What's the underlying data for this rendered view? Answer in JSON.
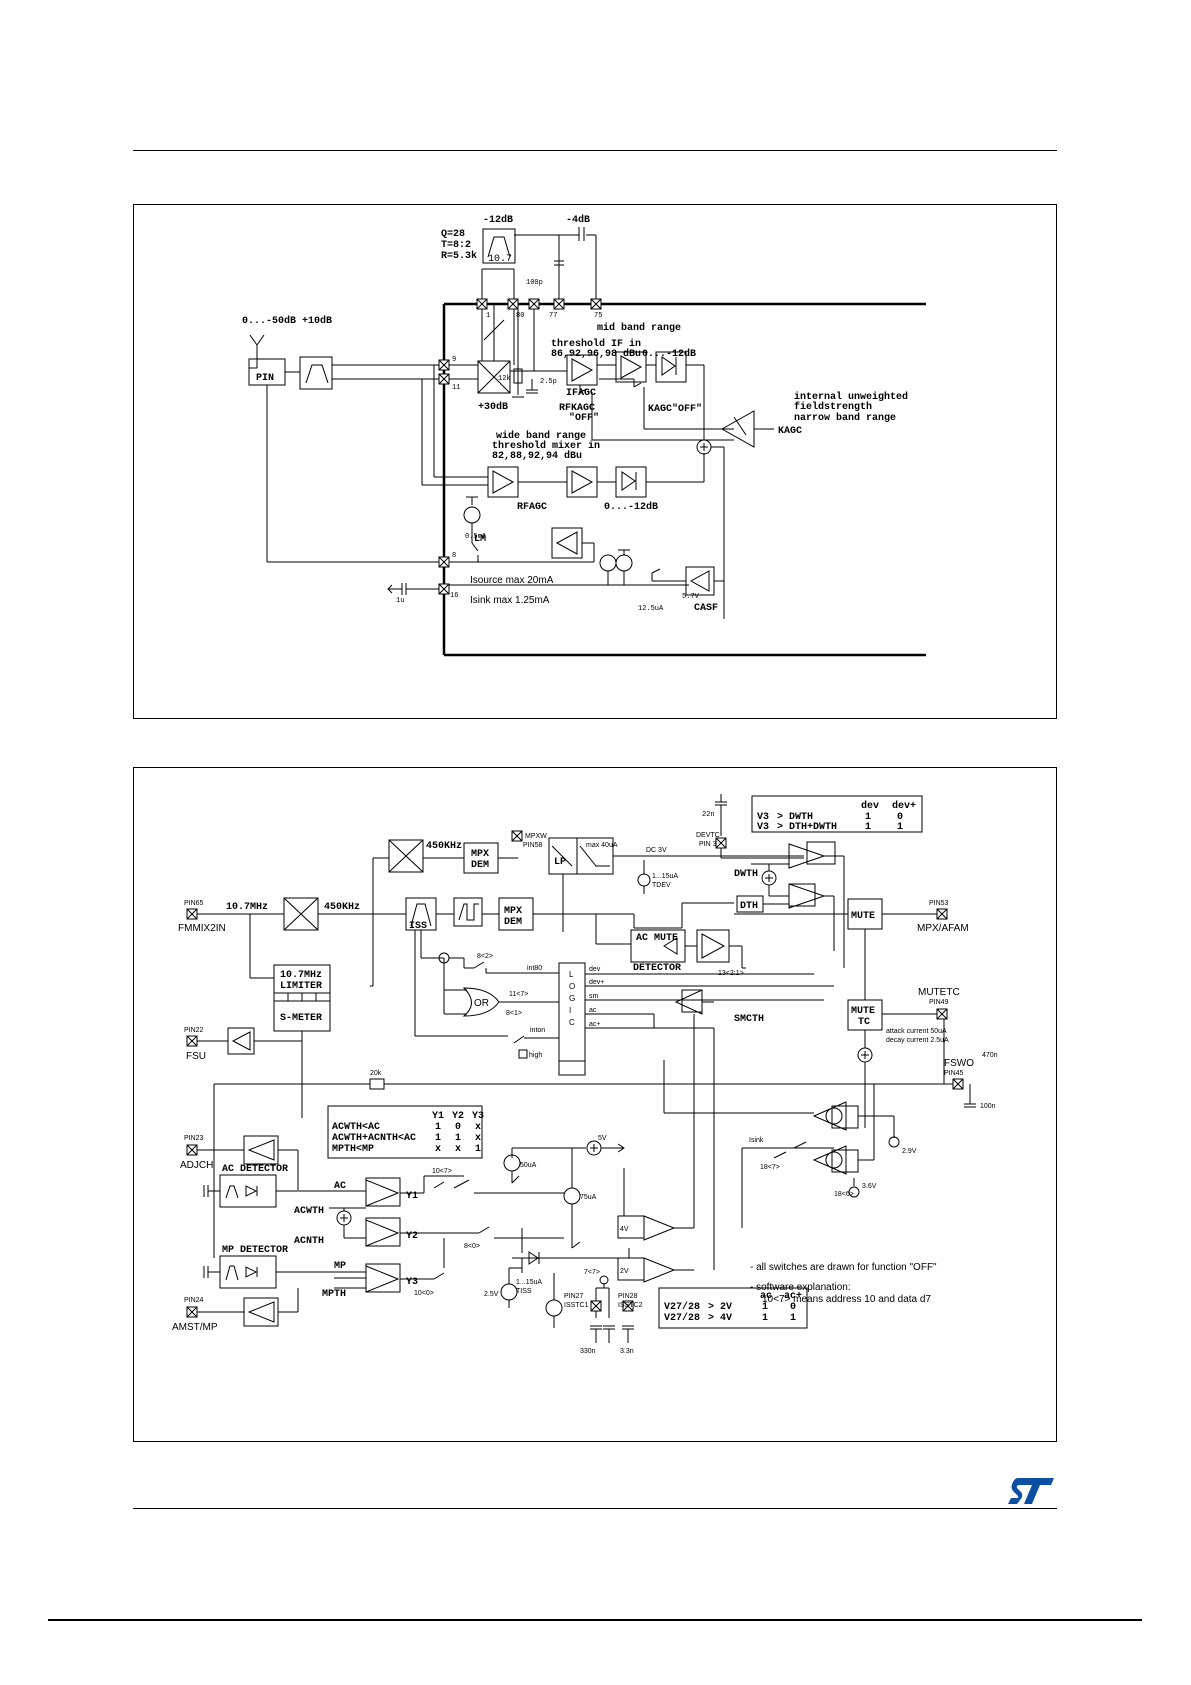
{
  "diagram1": {
    "gain_top": "-12dB",
    "filter_params": [
      "Q=28",
      "T=8:2",
      "R=5.3k"
    ],
    "filter_freq": "10.7",
    "gain_4db": "-4dB",
    "cap_100p": "100p",
    "pins": [
      "1",
      "80",
      "77",
      "75",
      "9",
      "11",
      "8",
      "16"
    ],
    "rf_range": "0...-50dB  +10dB",
    "pin_label": "PIN",
    "gain_30db": "+30dB",
    "mid_band": "mid band range",
    "threshold_if_1": "threshold IF in",
    "threshold_if_2": "86,92,96,98 dBu",
    "range_12db_top": "0...-12dB",
    "res_12k": "12k",
    "cap_25p": "2.5p",
    "ifagc": "IFAGC",
    "rfkagc_1": "RFKAGC",
    "rfkagc_2": "\"OFF\"",
    "kagc_off": "KAGC\"OFF\"",
    "internal_1": "internal unweighted",
    "internal_2": "fieldstrength",
    "internal_3": "narrow band range",
    "kagc": "KAGC",
    "wide_band_1": "wide band range",
    "wide_band_2": "threshold mixer in",
    "wide_band_3": "82,88,92,94 dBu",
    "rfagc": "RFAGC",
    "range_12db_bottom": "0...-12dB",
    "src_05ma": "0.5mA",
    "lm": "LM",
    "isource": "Isource max 20mA",
    "src_125ua": "12.5uA",
    "v_57": "5.7V",
    "isink": "Isink max 1.25mA",
    "casf": "CASF",
    "cap_1u": "1u"
  },
  "diagram2": {
    "table_dev": {
      "headers": [
        "dev",
        "dev+"
      ],
      "rows": [
        [
          "V3",
          "> DWTH",
          "1",
          "0"
        ],
        [
          "V3",
          "> DTH+DWTH",
          "1",
          "1"
        ]
      ]
    },
    "cap_22n": "22n",
    "devtc_1": "DEVTC",
    "devtc_2": "PIN 3",
    "mpxw_1": "MPXW",
    "mpxw_2": "PIN58",
    "f450_top": "450KHz",
    "mpx_dem": [
      "MPX",
      "DEM"
    ],
    "lp": "LP",
    "max_40ua": "max 40uA",
    "dc_3v": "DC 3V",
    "tdev_1": "1...15uA",
    "tdev_2": "TDEV",
    "dwth": "DWTH",
    "dth": "DTH",
    "pin65": "PIN65",
    "fmmix2in": "FMMIX2IN",
    "f107": "10.7MHz",
    "f450": "450KHz",
    "iss": "ISS",
    "mpx_dem2": [
      "MPX",
      "DEM"
    ],
    "ac_mute": "AC MUTE",
    "detector": "DETECTOR",
    "mute": "MUTE",
    "pin53": "PIN53",
    "mpx_afam": "MPX/AFAM",
    "limiter": [
      "10.7MHz",
      "LIMITER"
    ],
    "s_meter": "S-METER",
    "sw_8_2": "8<2>",
    "int80": "int80",
    "sw_11_7": "11<7>",
    "or": "OR",
    "sw_8_1": "8<1>",
    "inton": "inton",
    "high": "high",
    "logic": [
      "L",
      "O",
      "G",
      "I",
      "C"
    ],
    "logic_out": [
      "dev",
      "dev+",
      "sm",
      "ac",
      "ac+"
    ],
    "sw_13_21": "13<2:1>",
    "smcth": "SMCTH",
    "mute_tc": [
      "MUTE",
      "TC"
    ],
    "mutetc": "MUTETC",
    "pin49": "PIN49",
    "attack": "attack current 50uA",
    "decay": "decay current 2.5uA",
    "cap_470n": "470n",
    "pin22": "PIN22",
    "fsu": "FSU",
    "res_20k": "20k",
    "fswo": "FSWO",
    "pin45": "PIN45",
    "cap_100n": "100n",
    "table_y": {
      "headers": [
        "Y1",
        "Y2",
        "Y3"
      ],
      "rows": [
        [
          "ACWTH<AC",
          "1",
          "0",
          "x"
        ],
        [
          "ACWTH+ACNTH<AC",
          "1",
          "1",
          "x"
        ],
        [
          "MPTH<MP",
          "x",
          "x",
          "1"
        ]
      ]
    },
    "pin23": "PIN23",
    "adjch": "ADJCH",
    "ac_detector": "AC DETECTOR",
    "ac": "AC",
    "acwth": "ACWTH",
    "acnth": "ACNTH",
    "y1": "Y1",
    "y2": "Y2",
    "y3": "Y3",
    "sw_10_7": "10<7>",
    "v5": "5V",
    "src_50ua": "50uA",
    "src_75ua": "75uA",
    "v4": "4V",
    "v2": "2V",
    "isink": "Isink",
    "sw_18_7": "18<7>",
    "sw_18_6": "18<6>",
    "v29": "2.9V",
    "v36": "3.6V",
    "sw_8_0": "8<0>",
    "mp_detector": "MP DETECTOR",
    "mp": "MP",
    "mpth": "MPTH",
    "sw_10_0": "10<0>",
    "tiss_1": "1...15uA",
    "tiss_2": "TISS",
    "v25": "2.5V",
    "sw_7_7": "7<7>",
    "pin27": [
      "PIN27",
      "ISSTC1"
    ],
    "pin28": [
      "PIN28",
      "ISSTC2"
    ],
    "cap_330n": "330n",
    "cap_33n": "3.3n",
    "pin24": "PIN24",
    "amst_mp": "AMST/MP",
    "notes": [
      "- all switches are drawn for function \"OFF\"",
      "- software explanation:",
      "10<7> means address 10 and data d7"
    ],
    "table_ac": {
      "headers": [
        "ac",
        "ac+"
      ],
      "rows": [
        [
          "V27/28",
          "> 2V",
          "1",
          "0"
        ],
        [
          "V27/28",
          "> 4V",
          "1",
          "1"
        ]
      ]
    }
  }
}
